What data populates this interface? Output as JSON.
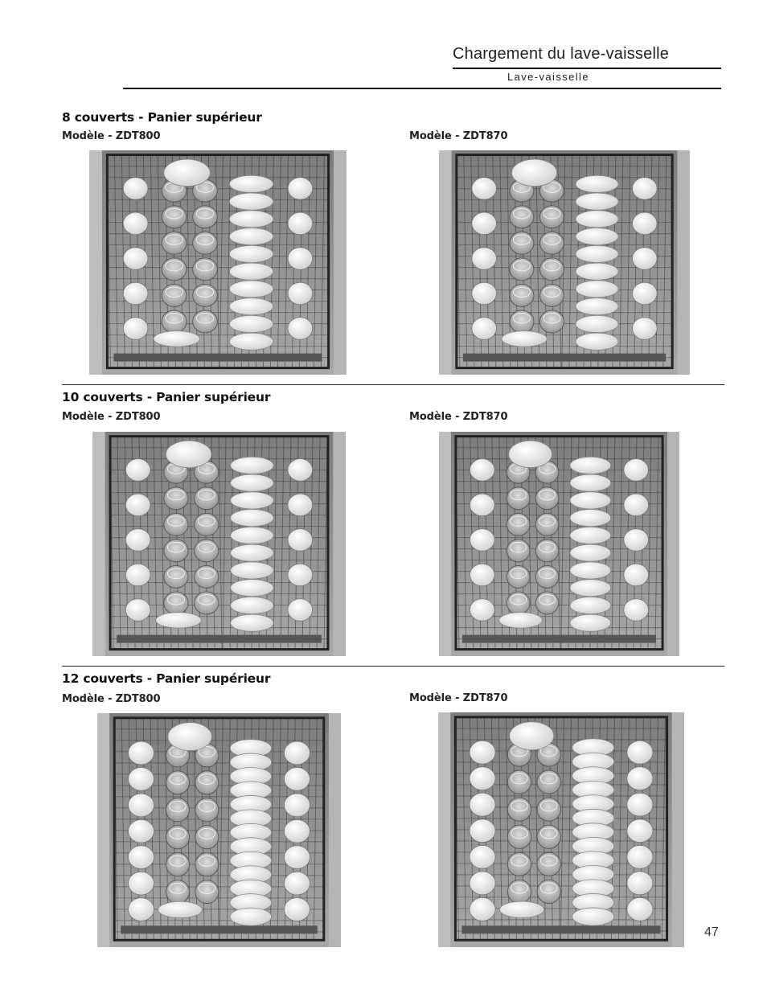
{
  "header": {
    "title": "Chargement du lave-vaisselle",
    "subtitle": "Lave-vaisselle"
  },
  "sections": [
    {
      "title": "8 couverts - Panier supérieur",
      "left_model": "Modèle - ZDT800",
      "right_model": "Modèle - ZDT870"
    },
    {
      "title": "10 couverts - Panier supérieur",
      "left_model": "Modèle - ZDT800",
      "right_model": "Modèle - ZDT870"
    },
    {
      "title": "12 couverts - Panier supérieur",
      "left_model": "Modèle - ZDT800",
      "right_model": "Modèle - ZDT870"
    }
  ],
  "page_number": "47",
  "colors": {
    "text": "#111111",
    "rack_dark": "#3a3a3a",
    "dish_white": "#f4f4f4"
  }
}
